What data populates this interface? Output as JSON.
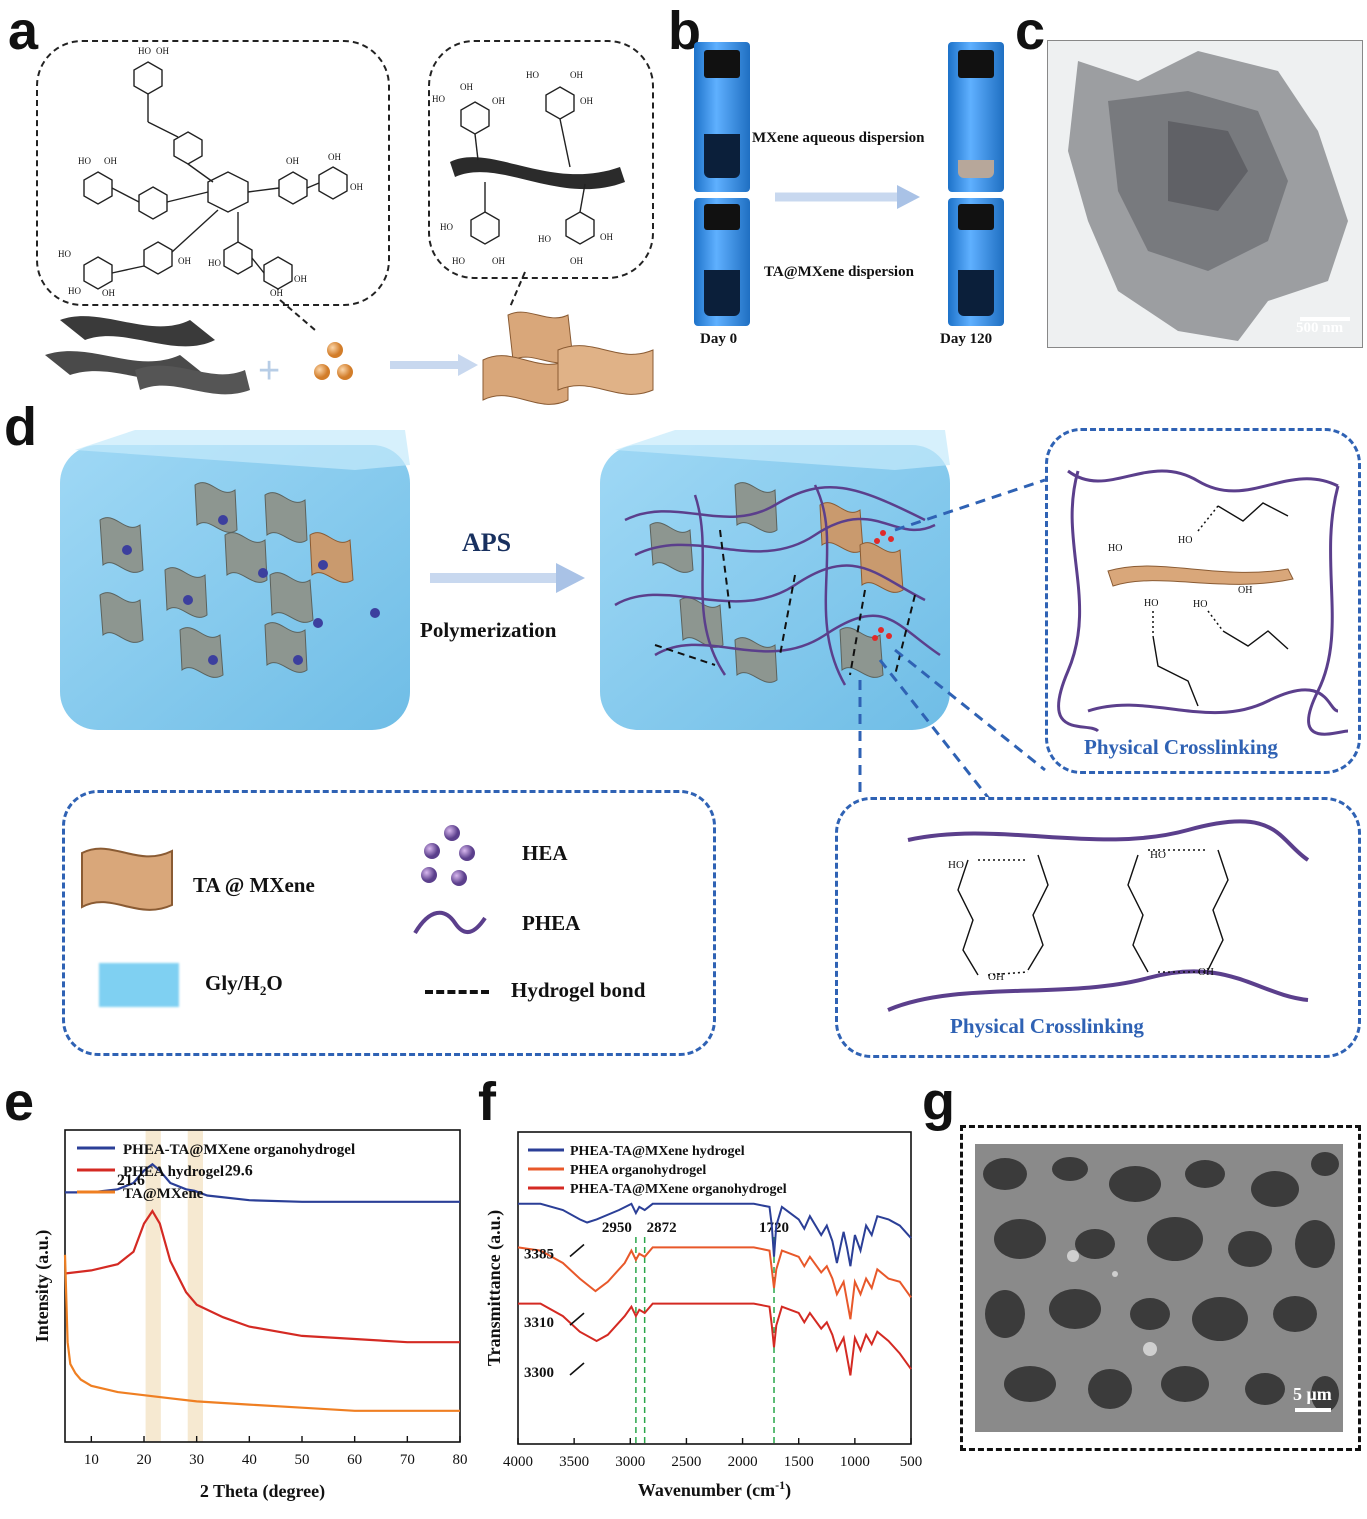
{
  "panel_labels": [
    "a",
    "b",
    "c",
    "d",
    "e",
    "f",
    "g"
  ],
  "panel_b": {
    "mxene_label": "MXene aqueous dispersion",
    "ta_label": "TA@MXene dispersion",
    "day0": "Day 0",
    "day120": "Day 120"
  },
  "panel_c": {
    "scale": "500 nm"
  },
  "panel_d": {
    "aps": "APS",
    "polymerization": "Polymerization",
    "crosslink_top": "Physical Crosslinking",
    "crosslink_bottom": "Physical Crosslinking",
    "legend": {
      "ta_mxene": "TA @ MXene",
      "hea": "HEA",
      "phea": "PHEA",
      "gly_h2o": "Gly/H",
      "gly_sub": "2",
      "gly_o": "O",
      "hbond": "Hydrogel bond"
    }
  },
  "panel_g": {
    "scale": "5 μm"
  },
  "chart_data": [
    {
      "type": "line",
      "panel": "e",
      "xlabel": "2 Theta (degree)",
      "ylabel": "Intensity (a.u.)",
      "xlim": [
        5,
        80
      ],
      "xticks": [
        "10",
        "20",
        "30",
        "40",
        "50",
        "60",
        "70",
        "80"
      ],
      "annotations": [
        "21.6",
        "29.6"
      ],
      "legend_position": "top-left",
      "series": [
        {
          "name": "PHEA-TA@MXene organohydrogel",
          "color": "#2b3f97",
          "x": [
            5,
            10,
            15,
            18,
            20,
            21.6,
            23,
            25,
            28,
            29.6,
            32,
            40,
            50,
            60,
            70,
            80
          ],
          "y": [
            0.8,
            0.8,
            0.81,
            0.83,
            0.87,
            0.89,
            0.87,
            0.83,
            0.81,
            0.805,
            0.79,
            0.775,
            0.77,
            0.77,
            0.77,
            0.77
          ]
        },
        {
          "name": "PHEA hydrogel",
          "color": "#d42a23",
          "x": [
            5,
            10,
            15,
            18,
            20,
            21.6,
            23,
            25,
            28,
            30,
            35,
            40,
            50,
            60,
            70,
            80
          ],
          "y": [
            0.54,
            0.55,
            0.57,
            0.61,
            0.7,
            0.74,
            0.7,
            0.58,
            0.48,
            0.44,
            0.4,
            0.37,
            0.34,
            0.33,
            0.32,
            0.32
          ]
        },
        {
          "name": "TA@MXene",
          "color": "#ef7f22",
          "x": [
            5,
            5.5,
            6,
            7,
            8,
            10,
            15,
            20,
            25,
            30,
            40,
            50,
            60,
            70,
            80
          ],
          "y": [
            0.6,
            0.32,
            0.25,
            0.22,
            0.2,
            0.18,
            0.16,
            0.15,
            0.14,
            0.13,
            0.12,
            0.11,
            0.1,
            0.1,
            0.1
          ]
        }
      ]
    },
    {
      "type": "line",
      "panel": "f",
      "xlabel": "Wavenumber (cm⁻¹)",
      "xlabel_main": "Wavenumber (cm",
      "xlabel_sup": "-1",
      "xlabel_end": ")",
      "ylabel": "Transmittance (a.u.)",
      "xlim": [
        4000,
        500
      ],
      "xticks": [
        "4000",
        "3500",
        "3000",
        "2500",
        "2000",
        "1500",
        "1000",
        "500"
      ],
      "peak_lines": [
        "2950",
        "2872",
        "1720"
      ],
      "peak_annotations": [
        "3385",
        "3310",
        "3300"
      ],
      "legend_position": "top-left",
      "series": [
        {
          "name": "PHEA-TA@MXene hydrogel",
          "color": "#2b3f97",
          "x": [
            4000,
            3800,
            3600,
            3450,
            3385,
            3300,
            3100,
            2990,
            2950,
            2920,
            2872,
            2800,
            2500,
            2200,
            1900,
            1760,
            1740,
            1720,
            1700,
            1650,
            1500,
            1450,
            1400,
            1300,
            1250,
            1200,
            1160,
            1100,
            1070,
            1040,
            1000,
            950,
            900,
            850,
            800,
            700,
            600,
            500
          ],
          "y": [
            0.77,
            0.77,
            0.75,
            0.72,
            0.71,
            0.72,
            0.75,
            0.77,
            0.74,
            0.76,
            0.75,
            0.77,
            0.77,
            0.77,
            0.77,
            0.76,
            0.7,
            0.6,
            0.7,
            0.76,
            0.72,
            0.69,
            0.73,
            0.67,
            0.7,
            0.65,
            0.58,
            0.68,
            0.63,
            0.57,
            0.67,
            0.62,
            0.7,
            0.67,
            0.73,
            0.72,
            0.7,
            0.66
          ]
        },
        {
          "name": "PHEA organohydrogel",
          "color": "#e8582a",
          "x": [
            4000,
            3800,
            3600,
            3450,
            3310,
            3200,
            3050,
            2990,
            2950,
            2920,
            2872,
            2800,
            2500,
            2200,
            1900,
            1760,
            1740,
            1720,
            1700,
            1650,
            1500,
            1450,
            1400,
            1300,
            1250,
            1200,
            1160,
            1100,
            1070,
            1040,
            1000,
            950,
            900,
            850,
            800,
            700,
            600,
            500
          ],
          "y": [
            0.63,
            0.62,
            0.58,
            0.53,
            0.49,
            0.52,
            0.58,
            0.62,
            0.59,
            0.61,
            0.6,
            0.63,
            0.63,
            0.63,
            0.63,
            0.62,
            0.56,
            0.5,
            0.56,
            0.62,
            0.6,
            0.57,
            0.6,
            0.55,
            0.57,
            0.53,
            0.48,
            0.52,
            0.46,
            0.4,
            0.52,
            0.48,
            0.53,
            0.5,
            0.56,
            0.53,
            0.52,
            0.47
          ]
        },
        {
          "name": "PHEA-TA@MXene organohydrogel",
          "color": "#d42a23",
          "x": [
            4000,
            3800,
            3600,
            3450,
            3300,
            3200,
            3050,
            2990,
            2950,
            2920,
            2872,
            2800,
            2500,
            2200,
            1900,
            1760,
            1740,
            1720,
            1700,
            1650,
            1500,
            1450,
            1400,
            1300,
            1250,
            1200,
            1160,
            1100,
            1070,
            1040,
            1000,
            950,
            900,
            850,
            800,
            700,
            600,
            500
          ],
          "y": [
            0.45,
            0.45,
            0.41,
            0.36,
            0.33,
            0.35,
            0.41,
            0.44,
            0.41,
            0.43,
            0.42,
            0.45,
            0.45,
            0.45,
            0.45,
            0.44,
            0.38,
            0.31,
            0.38,
            0.44,
            0.42,
            0.39,
            0.42,
            0.37,
            0.39,
            0.35,
            0.3,
            0.34,
            0.28,
            0.22,
            0.34,
            0.3,
            0.35,
            0.32,
            0.36,
            0.33,
            0.29,
            0.24
          ]
        }
      ]
    }
  ],
  "colors": {
    "accent_blue": "#2f62b4",
    "mxene_tan": "#d9a77a",
    "purple": "#5b3f8c",
    "green_dash": "#2aa64a"
  }
}
